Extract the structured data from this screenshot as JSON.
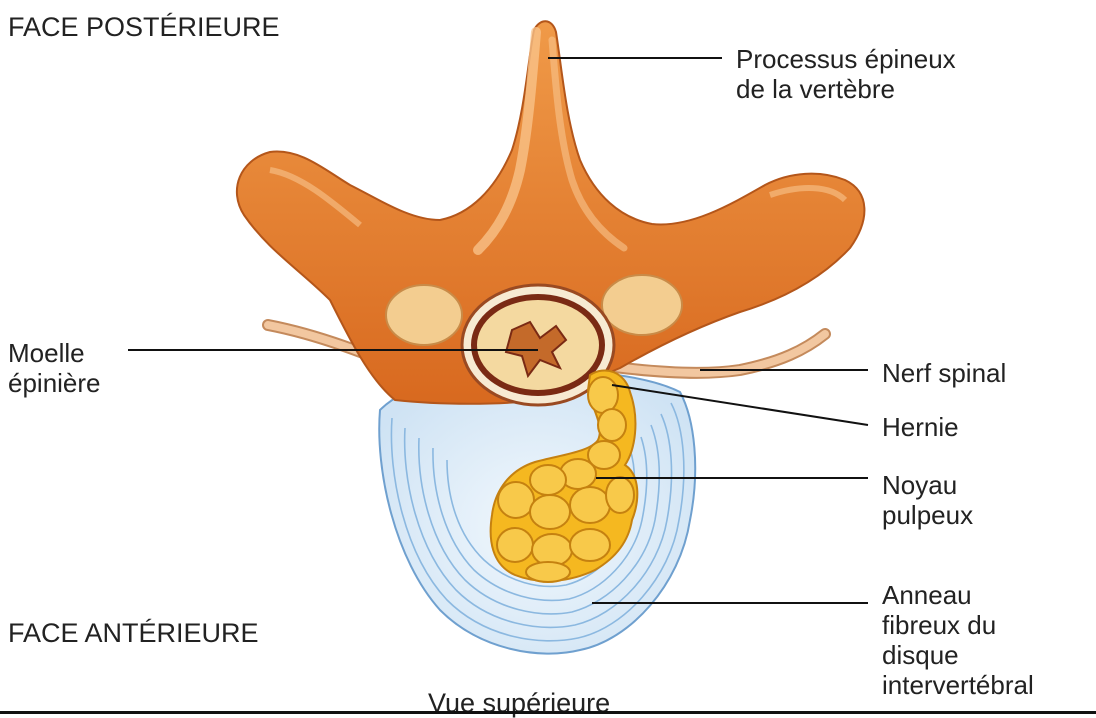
{
  "orientation": {
    "posterior": "FACE POSTÉRIEURE",
    "anterior": "FACE ANTÉRIEURE"
  },
  "view_caption": "Vue supérieure",
  "labels": {
    "processus": [
      "Processus épineux",
      "de la vertèbre"
    ],
    "moelle": [
      "Moelle",
      "épinière"
    ],
    "nerf": [
      "Nerf spinal"
    ],
    "hernie": [
      "Hernie"
    ],
    "noyau": [
      "Noyau",
      "pulpeux"
    ],
    "anneau": [
      "Anneau",
      "fibreux du",
      "disque",
      "intervertébral"
    ]
  },
  "colors": {
    "bone": "#e07a2e",
    "bone_light": "#f4a964",
    "facet": "#f2c98a",
    "cord_ring": "#7a2a14",
    "cord_fill": "#f6d9a3",
    "disc": "#dfeefa",
    "disc_lines": "#7fb1de",
    "nucleus": "#f3b21e",
    "nerve": "#e8b58a"
  }
}
